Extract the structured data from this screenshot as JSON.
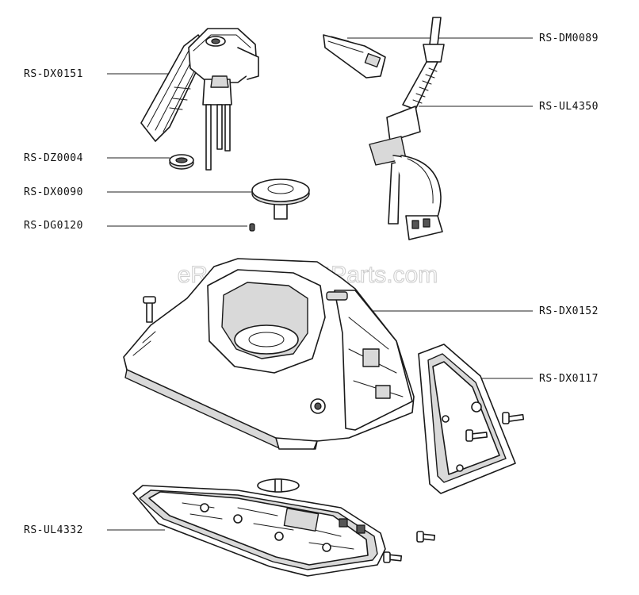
{
  "watermark": "eReplacementParts.com",
  "labels": {
    "dx0151": "RS-DX0151",
    "dz0004": "RS-DZ0004",
    "dx0090": "RS-DX0090",
    "dg0120": "RS-DG0120",
    "dm0089": "RS-DM0089",
    "ul4350": "RS-UL4350",
    "dx0152": "RS-DX0152",
    "dx0117": "RS-DX0117",
    "ul4332": "RS-UL4332"
  }
}
